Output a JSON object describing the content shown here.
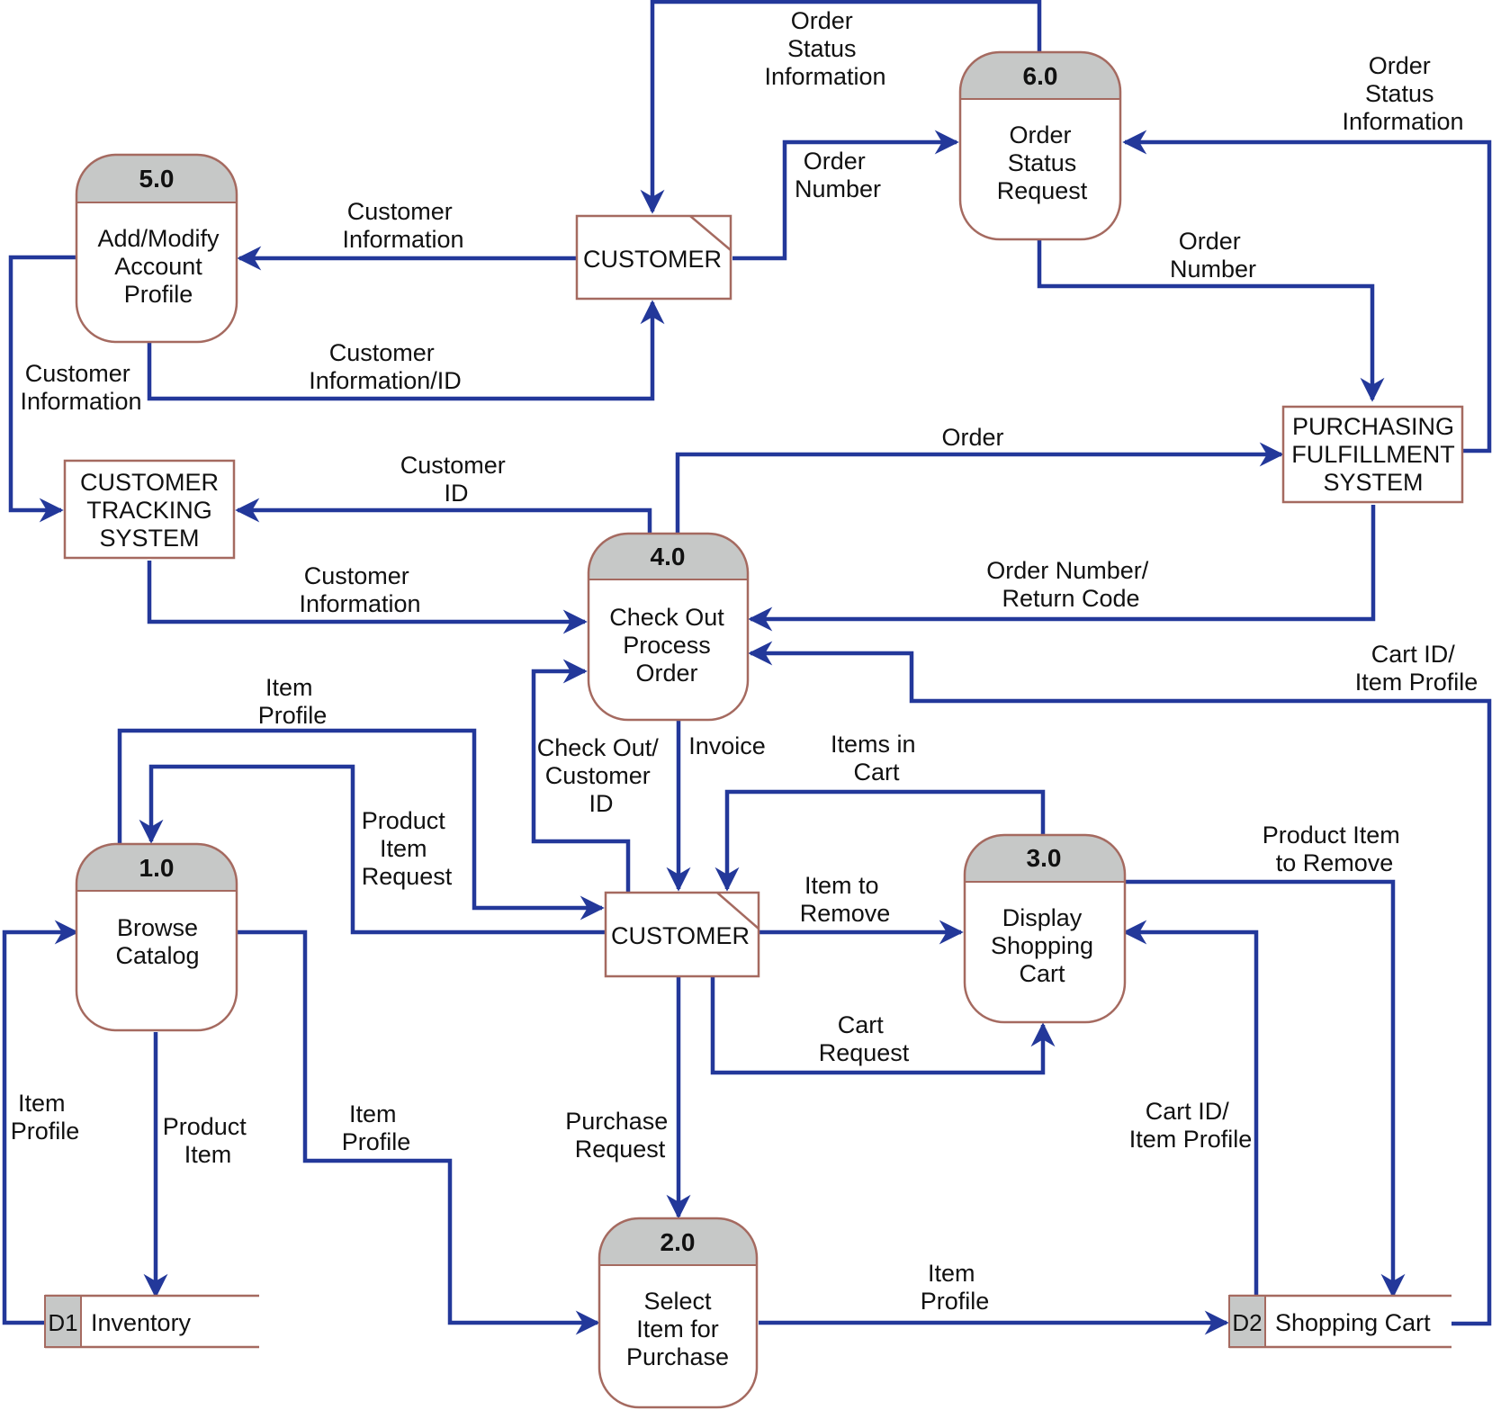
{
  "colors": {
    "flow": "#23389a",
    "process_header": "#c6c8c7",
    "outline": "#a56a60"
  },
  "processes": {
    "p1": {
      "number": "1.0",
      "lines": [
        "Browse",
        "Catalog"
      ]
    },
    "p2": {
      "number": "2.0",
      "lines": [
        "Select",
        "Item for",
        "Purchase"
      ]
    },
    "p3": {
      "number": "3.0",
      "lines": [
        "Display",
        "Shopping",
        "Cart"
      ]
    },
    "p4": {
      "number": "4.0",
      "lines": [
        "Check Out",
        "Process",
        "Order"
      ]
    },
    "p5": {
      "number": "5.0",
      "lines": [
        "Add/Modify",
        "Account",
        "Profile"
      ]
    },
    "p6": {
      "number": "6.0",
      "lines": [
        "Order",
        "Status",
        "Request"
      ]
    }
  },
  "entities": {
    "customer_top": {
      "lines": [
        "CUSTOMER"
      ]
    },
    "customer_mid": {
      "lines": [
        "CUSTOMER"
      ]
    },
    "tracking": {
      "lines": [
        "CUSTOMER",
        "TRACKING",
        "SYSTEM"
      ]
    },
    "purchasing": {
      "lines": [
        "PURCHASING",
        "FULFILLMENT",
        "SYSTEM"
      ]
    }
  },
  "stores": {
    "d1": {
      "id": "D1",
      "name": "Inventory"
    },
    "d2": {
      "id": "D2",
      "name": "Shopping Cart"
    }
  },
  "flows": {
    "f_order_status_top": [
      "Order",
      "Status",
      "Information"
    ],
    "f_order_number_top": [
      "Order",
      "Number"
    ],
    "f_order_status_right": [
      "Order",
      "Status",
      "Information"
    ],
    "f_order_number_right": [
      "Order",
      "Number"
    ],
    "f_customer_info_top": [
      "Customer",
      "Information"
    ],
    "f_customer_info_id": [
      "Customer",
      "Information/ID"
    ],
    "f_customer_info_left": [
      "Customer",
      "Information"
    ],
    "f_order": [
      "Order"
    ],
    "f_customer_id": [
      "Customer",
      "ID"
    ],
    "f_customer_info_mid": [
      "Customer",
      "Information"
    ],
    "f_order_number_return": [
      "Order Number/",
      "Return Code"
    ],
    "f_cart_id_item_profile_right": [
      "Cart ID/",
      "Item Profile"
    ],
    "f_item_profile_top": [
      "Item",
      "Profile"
    ],
    "f_checkout_customer_id": [
      "Check Out/",
      "Customer",
      "ID"
    ],
    "f_invoice": [
      "Invoice"
    ],
    "f_items_in_cart": [
      "Items in",
      "Cart"
    ],
    "f_product_item_request": [
      "Product",
      "Item",
      "Request"
    ],
    "f_item_to_remove": [
      "Item to",
      "Remove"
    ],
    "f_product_item_to_remove": [
      "Product Item",
      "to Remove"
    ],
    "f_cart_request": [
      "Cart",
      "Request"
    ],
    "f_item_profile_left": [
      "Item",
      "Profile"
    ],
    "f_product_item": [
      "Product",
      "Item"
    ],
    "f_item_profile_mid": [
      "Item",
      "Profile"
    ],
    "f_purchase_request": [
      "Purchase",
      "Request"
    ],
    "f_cart_id_item_profile_low": [
      "Cart ID/",
      "Item Profile"
    ],
    "f_item_profile_bottom": [
      "Item",
      "Profile"
    ]
  }
}
